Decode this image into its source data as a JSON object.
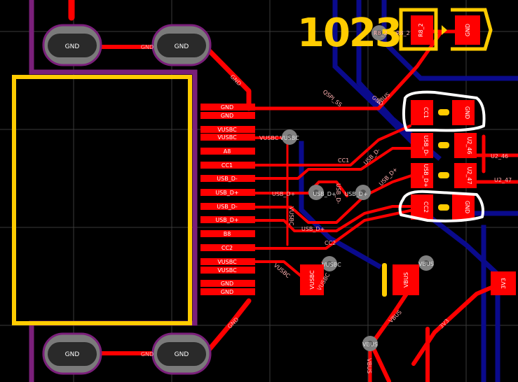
{
  "title": "1023",
  "colors": {
    "background": "#000000",
    "copper_top": "#ff0000",
    "copper_bottom": "#0a0a8c",
    "silkscreen": "#ffcc00",
    "keepout": "#7a1f7a",
    "grid": "#3a3a3a",
    "via": "#808080",
    "annotation": "#ffffff"
  },
  "mounting_pads": [
    "GND",
    "GND",
    "GND",
    "GND"
  ],
  "connector_pins": [
    "GND",
    "GND",
    "VUSBC",
    "VUSBC",
    "A8",
    "CC1",
    "USB_D-",
    "USB_D+",
    "USB_D-",
    "USB_D+",
    "B8",
    "CC2",
    "VUSBC",
    "VUSBC",
    "GND",
    "GND"
  ],
  "trace_labels": {
    "gnd_top": "GND",
    "gnd_top_diag": "GND",
    "gnd_bottom": "GND",
    "gnd_bottom_diag": "GND",
    "vusbc_trace": "VUSBC",
    "vusbc_via": "VUSBC",
    "cc1": "CC1",
    "cc2": "CC2",
    "usb_dp_1": "USB_D+",
    "usb_dp_2": "USB_D+",
    "usb_dm_diag": "USB_D-",
    "usb_dp_diag": "USB_D+",
    "usb_dp_vert": "USB_D-",
    "vusbc_vert": "VUSBC",
    "vusbc_diag": "VUSBC",
    "qspi": "QSPI_SS",
    "gnd_mid": "GND",
    "vbus_blue": "VBUS",
    "u2_46": "U2_46",
    "u2_47": "U2_47",
    "vbus_diag": "VBUS",
    "vbus_vert": "VBUS",
    "v3_diag": "3V3",
    "vusbc_right": "VUSBC",
    "r8_2_left": "R8_2",
    "r8_2_right": "R8_2"
  },
  "via_labels": {
    "vusbc": "VUSBC",
    "usb_dp_left": "USB_D+",
    "usb_dp_right": "USB_D+",
    "vusbc_mid": "VUSBC",
    "vbus_right": "VBUS",
    "vbus_bottom": "VBUS"
  },
  "smd_pads": {
    "r8_2": "R8_2",
    "r8_gnd": "GND",
    "cc1": "CC1",
    "cc1_gnd": "GND",
    "usb_d_top": "USB_D-",
    "u2_46": "U2_46",
    "usb_d_bot": "USB_D+",
    "u2_47": "U2_47",
    "cc2": "CC2",
    "cc2_gnd": "GND",
    "vusbc": "VUSBC",
    "vbus": "VBUS",
    "v3": "3V3"
  }
}
